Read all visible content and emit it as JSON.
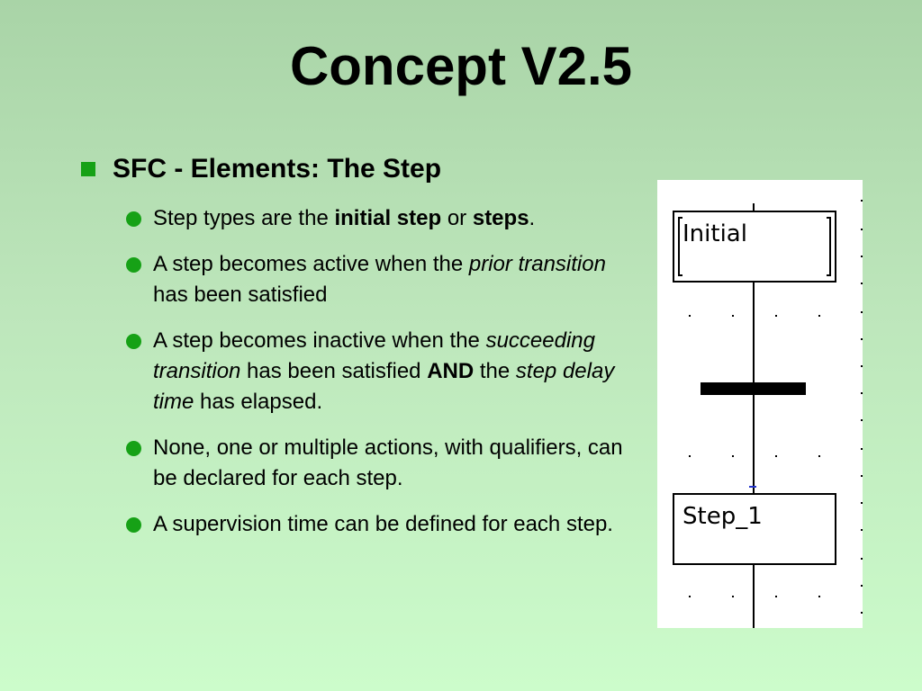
{
  "slide": {
    "title": "Concept V2.5",
    "heading": "SFC - Elements: The Step",
    "bullets": [
      {
        "parts": [
          {
            "text": "Step types are the ",
            "style": "normal"
          },
          {
            "text": "initial step",
            "style": "bold"
          },
          {
            "text": " or ",
            "style": "normal"
          },
          {
            "text": "steps",
            "style": "bold"
          },
          {
            "text": ".",
            "style": "normal"
          }
        ]
      },
      {
        "parts": [
          {
            "text": "A step becomes active when the ",
            "style": "normal"
          },
          {
            "text": "prior transition",
            "style": "italic"
          },
          {
            "text": " has been satisfied",
            "style": "normal"
          }
        ]
      },
      {
        "parts": [
          {
            "text": "A step becomes inactive when the ",
            "style": "normal"
          },
          {
            "text": "succeeding transition",
            "style": "italic"
          },
          {
            "text": " has been satisfied ",
            "style": "normal"
          },
          {
            "text": "AND",
            "style": "bold"
          },
          {
            "text": " the ",
            "style": "normal"
          },
          {
            "text": "step delay time",
            "style": "italic"
          },
          {
            "text": " has elapsed.",
            "style": "normal"
          }
        ]
      },
      {
        "parts": [
          {
            "text": "None, one or multiple actions, with qualifiers, can be declared for each step.",
            "style": "normal"
          }
        ]
      },
      {
        "parts": [
          {
            "text": "A supervision time can be defined for each step.",
            "style": "normal"
          }
        ]
      }
    ]
  },
  "diagram": {
    "initial_step_label": "Initial",
    "step_label": "Step_1"
  },
  "colors": {
    "bullet_green": "#16a116",
    "background_top": "#a9d4a7",
    "background_bottom": "#ccfccb"
  },
  "icons": {
    "heading_bullet": "square-bullet-icon",
    "item_bullet": "round-bullet-icon"
  }
}
